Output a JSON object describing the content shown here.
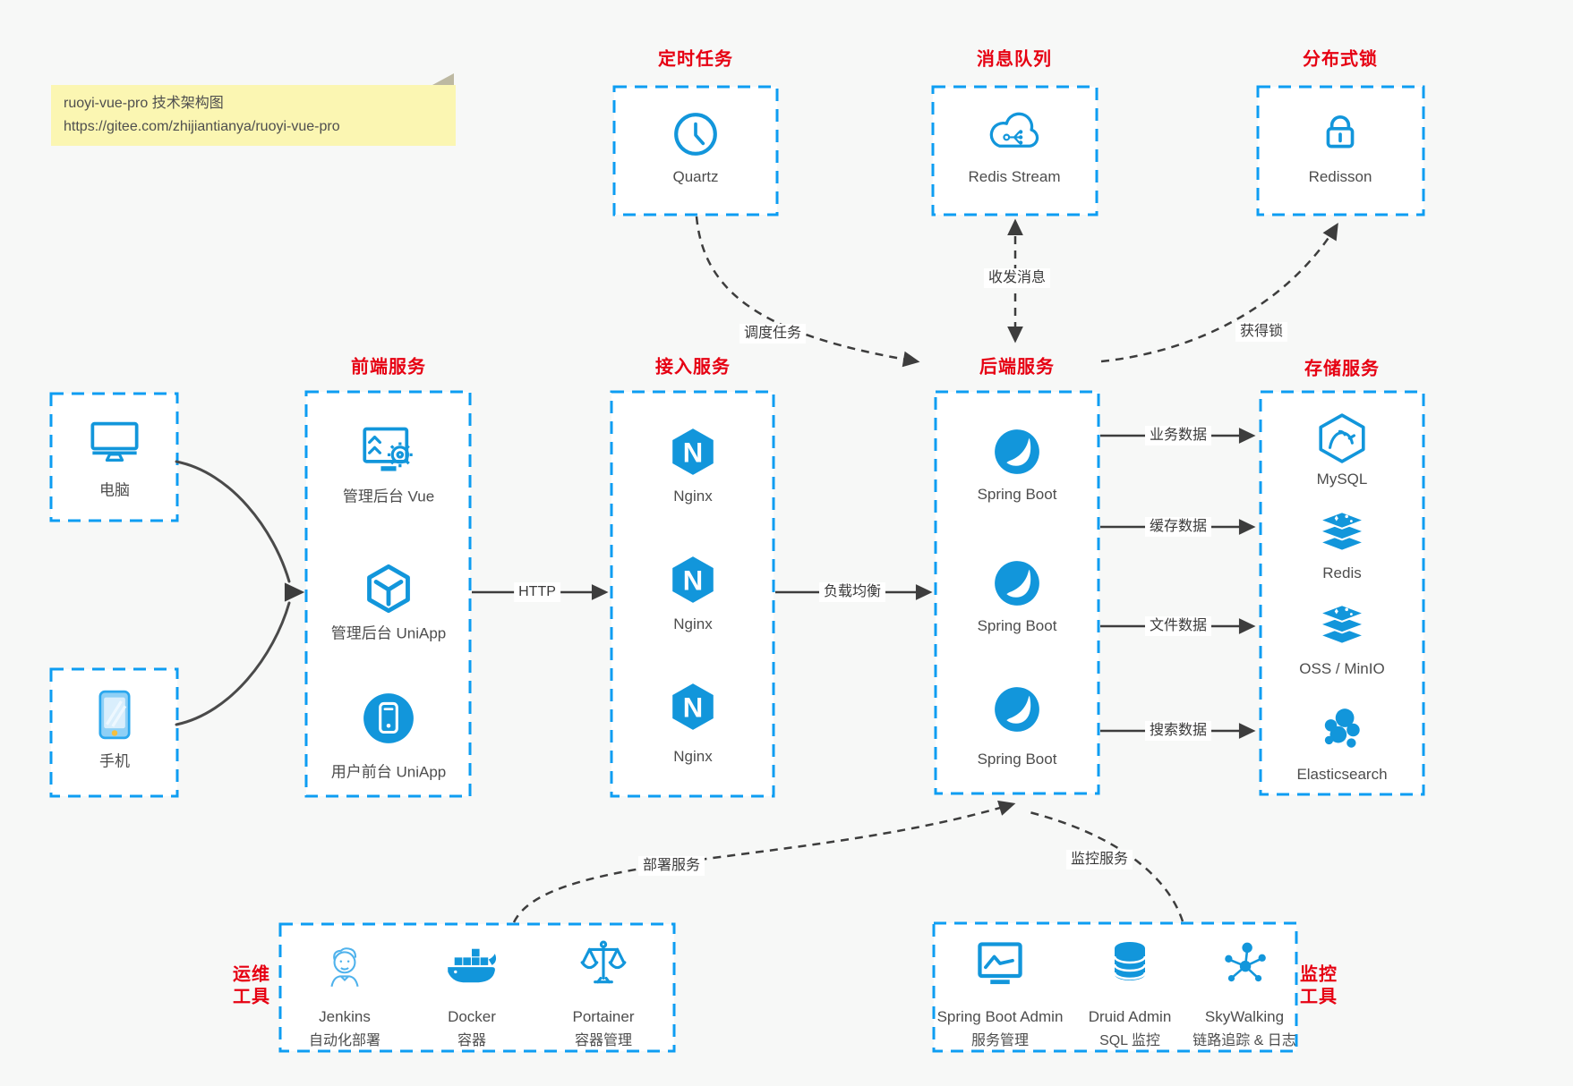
{
  "colors": {
    "box_border_blue": "#0d9df2",
    "icon_blue": "#1296db",
    "title_red": "#e60012",
    "arrow_dark": "#3d3d3d",
    "note_bg": "#fbf6b2",
    "background": "#f7f8f7"
  },
  "note": {
    "line1": "ruoyi-vue-pro 技术架构图",
    "line2": "https://gitee.com/zhijiantianya/ruoyi-vue-pro"
  },
  "groups": {
    "scheduled_job": {
      "title": "定时任务",
      "items": [
        {
          "label": "Quartz",
          "icon": "clock-icon"
        }
      ]
    },
    "message_queue": {
      "title": "消息队列",
      "items": [
        {
          "label": "Redis Stream",
          "icon": "cloud-stream-icon"
        }
      ]
    },
    "distributed_lock": {
      "title": "分布式锁",
      "items": [
        {
          "label": "Redisson",
          "icon": "lock-icon"
        }
      ]
    },
    "clients": {
      "items": [
        {
          "label": "电脑",
          "icon": "computer-icon"
        },
        {
          "label": "手机",
          "icon": "phone-icon"
        }
      ]
    },
    "frontend": {
      "title": "前端服务",
      "items": [
        {
          "label": "管理后台 Vue",
          "icon": "admin-vue-icon"
        },
        {
          "label": "管理后台 UniApp",
          "icon": "uniapp-cube-icon"
        },
        {
          "label": "用户前台 UniApp",
          "icon": "user-app-icon"
        }
      ]
    },
    "gateway": {
      "title": "接入服务",
      "items": [
        {
          "label": "Nginx",
          "letter": "N"
        },
        {
          "label": "Nginx",
          "letter": "N"
        },
        {
          "label": "Nginx",
          "letter": "N"
        }
      ]
    },
    "backend": {
      "title": "后端服务",
      "items": [
        {
          "label": "Spring Boot"
        },
        {
          "label": "Spring Boot"
        },
        {
          "label": "Spring Boot"
        }
      ]
    },
    "storage": {
      "title": "存储服务",
      "items": [
        {
          "label": "MySQL",
          "icon": "mysql-icon"
        },
        {
          "label": "Redis",
          "icon": "redis-stack-icon"
        },
        {
          "label": "OSS / MinIO",
          "icon": "storage-stack-icon"
        },
        {
          "label": "Elasticsearch",
          "icon": "elasticsearch-icon"
        }
      ]
    },
    "ops_tools": {
      "title_lines": [
        "运维",
        "工具"
      ],
      "items": [
        {
          "name": "Jenkins",
          "desc": "自动化部署",
          "icon": "jenkins-icon"
        },
        {
          "name": "Docker",
          "desc": "容器",
          "icon": "docker-icon"
        },
        {
          "name": "Portainer",
          "desc": "容器管理",
          "icon": "scales-icon"
        }
      ]
    },
    "monitor_tools": {
      "title_lines": [
        "监控",
        "工具"
      ],
      "items": [
        {
          "name": "Spring Boot Admin",
          "desc": "服务管理",
          "icon": "chart-monitor-icon"
        },
        {
          "name": "Druid Admin",
          "desc": "SQL 监控",
          "icon": "database-icon"
        },
        {
          "name": "SkyWalking",
          "desc": "链路追踪 & 日志",
          "icon": "topology-icon"
        }
      ]
    }
  },
  "edges": {
    "http": "HTTP",
    "load_balance": "负载均衡",
    "schedule_task": "调度任务",
    "send_receive_message": "收发消息",
    "acquire_lock": "获得锁",
    "business_data": "业务数据",
    "cache_data": "缓存数据",
    "file_data": "文件数据",
    "search_data": "搜索数据",
    "deploy_service": "部署服务",
    "monitor_service": "监控服务"
  }
}
